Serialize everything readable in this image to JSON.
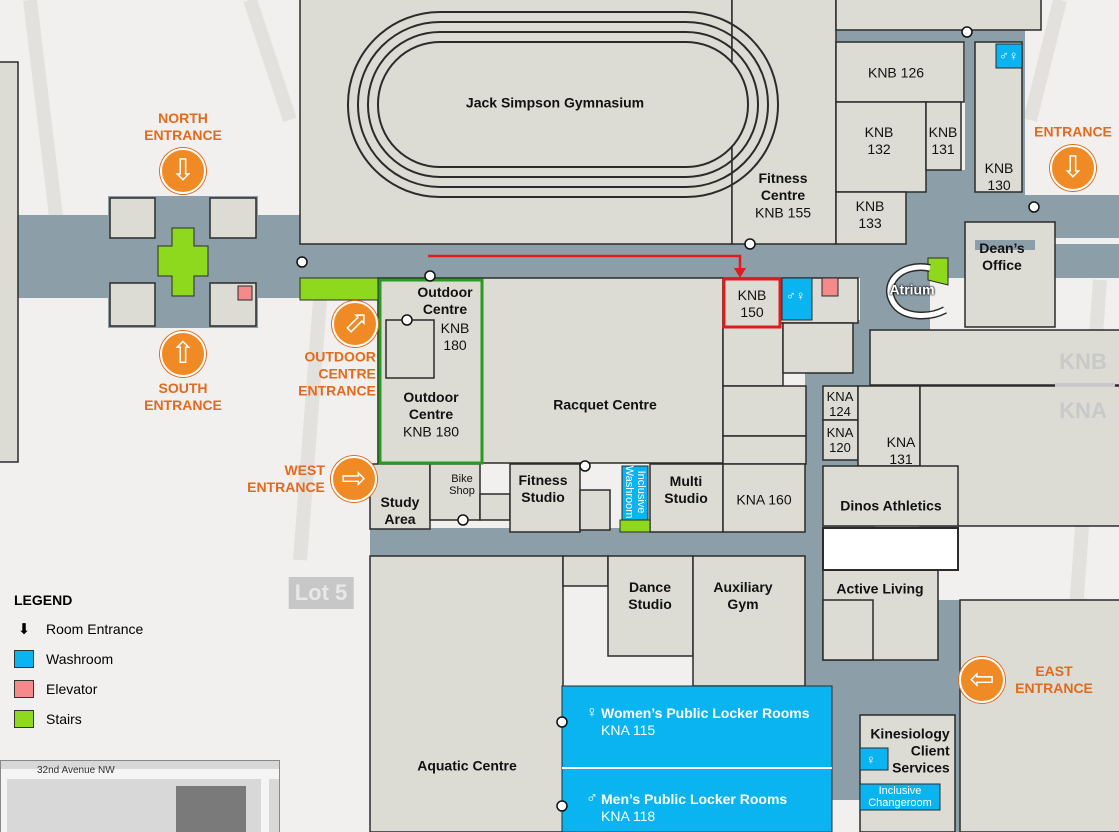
{
  "map": {
    "rooms": {
      "gym": "Jack Simpson Gymnasium",
      "knb126": "KNB 126",
      "knb132": "KNB\n132",
      "knb131": "KNB\n131",
      "knb130": "KNB\n130",
      "knb133": "KNB\n133",
      "fitness_centre": "Fitness\nCentre",
      "fitness_centre_num": "KNB 155",
      "deans_office": "Dean’s\nOffice",
      "atrium": "Atrium",
      "knb150": "KNB\n150",
      "outdoor_centre_top": "Outdoor\nCentre",
      "knb180_top": "KNB\n180",
      "outdoor_centre_main": "Outdoor\nCentre",
      "knb180_main": "KNB 180",
      "racquet_centre": "Racquet Centre",
      "bike_shop": "Bike\nShop",
      "fitness_studio": "Fitness\nStudio",
      "inclusive_washroom": "Inclusive\nWashroom",
      "multi_studio": "Multi\nStudio",
      "kna160": "KNA 160",
      "kna124": "KNA\n124",
      "kna120": "KNA\n120",
      "kna131": "KNA\n131",
      "dinos_athletics": "Dinos Athletics",
      "study_area": "Study\nArea",
      "dance_studio": "Dance\nStudio",
      "auxiliary_gym": "Auxiliary\nGym",
      "active_living": "Active Living",
      "aquatic_centre": "Aquatic Centre",
      "kinesiology_client_services": "Kinesiology\nClient\nServices",
      "inclusive_changeroom": "Inclusive\nChangeroom",
      "womens_locker": "Women’s Public Locker Rooms",
      "womens_locker_num": "KNA 115",
      "mens_locker": "Men’s Public Locker Rooms",
      "mens_locker_num": "KNA 118"
    },
    "entrances": {
      "north": "NORTH\nENTRANCE",
      "south": "SOUTH\nENTRANCE",
      "outdoor_centre": "OUTDOOR\nCENTRE\nENTRANCE",
      "west": "WEST\nENTRANCE",
      "east": "EAST\nENTRANCE",
      "northeast": "ENTRANCE"
    },
    "background": {
      "lot": "Lot\n5",
      "knb": "KNB",
      "kna": "KNA",
      "street": "32nd Avenue NW"
    }
  },
  "legend": {
    "title": "LEGEND",
    "room_entrance": "Room Entrance",
    "washroom": "Washroom",
    "elevator": "Elevator",
    "stairs": "Stairs"
  },
  "colors": {
    "hallway": "#8c9fa9",
    "room": "#dcdcd4",
    "washroom": "#0ab4f0",
    "elevator": "#f48a8a",
    "stairs": "#8ed81e",
    "entrance": "#f08a24",
    "highlight": "#e01b1b",
    "outdoor_outline": "#2a9a22"
  }
}
